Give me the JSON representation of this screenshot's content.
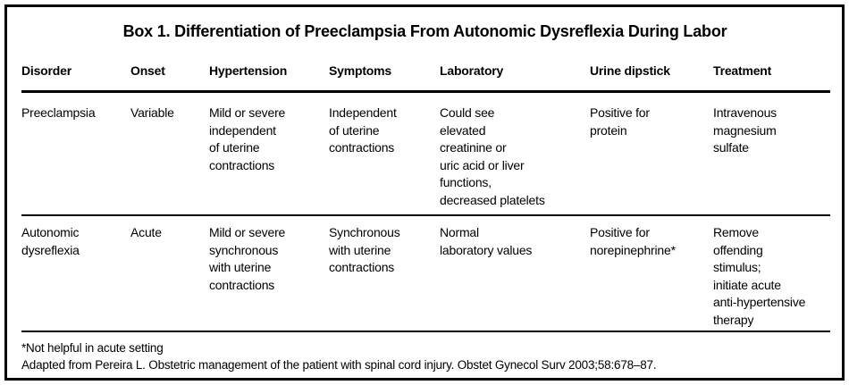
{
  "title": "Box 1. Differentiation of Preeclampsia From Autonomic Dysreflexia During Labor",
  "table": {
    "columns": [
      "Disorder",
      "Onset",
      "Hypertension",
      "Symptoms",
      "Laboratory",
      "Urine dipstick",
      "Treatment"
    ],
    "rows": [
      {
        "disorder": "Preeclampsia",
        "onset": "Variable",
        "hypertension": "Mild or severe\nindependent\nof uterine\ncontractions",
        "symptoms": "Independent\nof uterine\ncontractions",
        "laboratory": "Could see\nelevated\ncreatinine or\nuric acid or liver\nfunctions,\ndecreased platelets",
        "urine_dipstick": "Positive for\nprotein",
        "treatment": "Intravenous\nmagnesium\nsulfate"
      },
      {
        "disorder": "Autonomic\ndysreflexia",
        "onset": "Acute",
        "hypertension": "Mild or severe\nsynchronous\nwith uterine\ncontractions",
        "symptoms": "Synchronous\nwith uterine\ncontractions",
        "laboratory": "Normal\nlaboratory values",
        "urine_dipstick": "Positive for\nnorepinephrine*",
        "treatment": "Remove\noffending\nstimulus;\ninitiate acute\nanti-hypertensive\ntherapy"
      }
    ]
  },
  "footnotes": {
    "asterisk": "*Not helpful in acute setting",
    "source": "Adapted from Pereira L. Obstetric management of the patient with spinal cord injury. Obstet Gynecol Surv 2003;58:678–87."
  },
  "colors": {
    "border": "#000000",
    "text": "#000000",
    "background": "#ffffff"
  }
}
